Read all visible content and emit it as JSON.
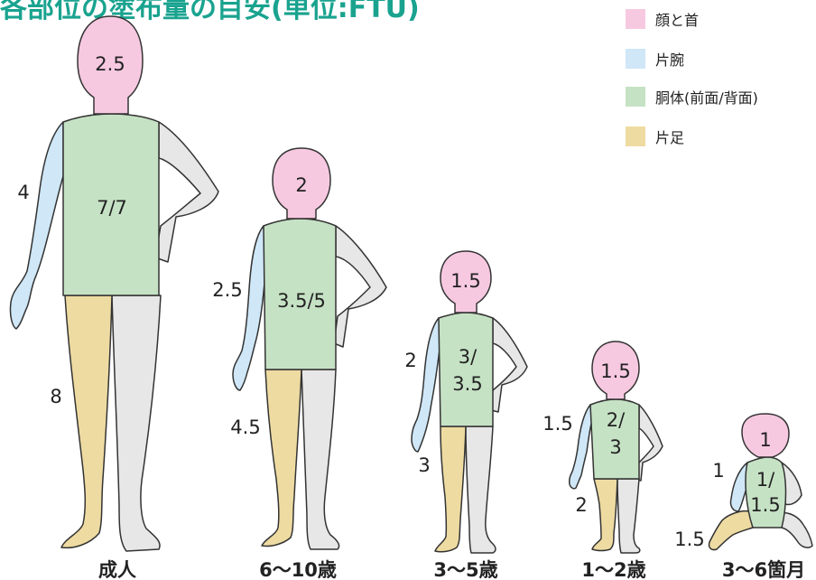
{
  "title": "各部位の塗布量の目安(単位:FTU)",
  "legend": {
    "face_neck": "顔と首",
    "arm": "片腕",
    "trunk": "胴体(前面/背面)",
    "leg": "片足"
  },
  "colors": {
    "face_neck": "#f7c9e1",
    "arm": "#cfe7f7",
    "trunk": "#c6e2c5",
    "leg": "#eedba2",
    "body_other": "#e7e7e7",
    "title": "#19a38f"
  },
  "figures": [
    {
      "age": "成人",
      "face": "2.5",
      "arm": "4",
      "trunk_a": "7/7",
      "trunk_b": "",
      "leg": "8"
    },
    {
      "age": "6〜10歳",
      "face": "2",
      "arm": "2.5",
      "trunk_a": "3.5/5",
      "trunk_b": "",
      "leg": "4.5"
    },
    {
      "age": "3〜5歳",
      "face": "1.5",
      "arm": "2",
      "trunk_a": "3/",
      "trunk_b": "3.5",
      "leg": "3"
    },
    {
      "age": "1〜2歳",
      "face": "1.5",
      "arm": "1.5",
      "trunk_a": "2/",
      "trunk_b": "3",
      "leg": "2"
    },
    {
      "age": "3〜6箇月",
      "face": "1",
      "arm": "1",
      "trunk_a": "1/",
      "trunk_b": "1.5",
      "leg": "1.5"
    }
  ]
}
